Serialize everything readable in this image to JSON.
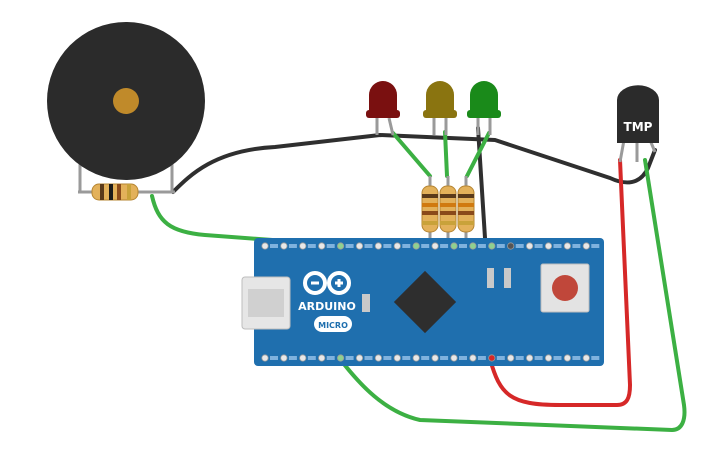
{
  "colors": {
    "board": "#1f6fae",
    "wire_black": "#2f2f2f",
    "wire_green": "#3cb043",
    "wire_red": "#d62828",
    "led_red": "#7a1010",
    "led_yellow": "#8a7410",
    "led_green": "#1a8a1a",
    "buzzer": "#2b2b2b",
    "buzzer_center": "#c08a2a"
  },
  "board": {
    "brand": "ARDUINO",
    "model": "MICRO",
    "logo_icon": "infinity-logo-icon"
  },
  "sensor": {
    "label": "TMP"
  },
  "leds": [
    "red",
    "yellow",
    "green"
  ]
}
